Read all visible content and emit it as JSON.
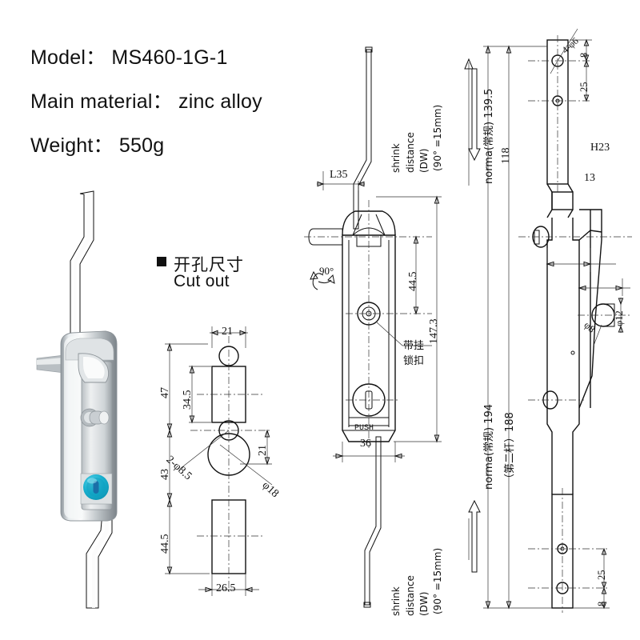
{
  "spec": {
    "lines": [
      "Model： MS460-1G-1",
      "Main material： zinc alloy",
      "Weight： 550g"
    ]
  },
  "cutout": {
    "title_cn": "开孔尺寸",
    "title_en": "Cut out",
    "bullet": "square-bullet",
    "dimensions": {
      "top_width": "21",
      "overall_upper": "47",
      "upper_rect_height": "34.5",
      "holes_callout": "2-φ8.5",
      "lower_span": "43",
      "hole_offset": "21",
      "big_hole": "φ18",
      "lower_rect_height": "44.5",
      "bottom_width": "26.5"
    }
  },
  "front_view": {
    "rod_offset": "L35",
    "rotation_note": "90°",
    "handle_height": "44.5",
    "body_height": "147.3",
    "body_width": "36",
    "push_label": "PUSH",
    "hasp_note_cn": "带挂\n锁扣",
    "hasp_note_line1": "带挂",
    "hasp_note_line2": "锁扣",
    "shrink_top": {
      "l1": "shrink",
      "l2": "distance",
      "l3": "(DW)",
      "l4": "(90° =15mm)"
    },
    "shrink_bottom": {
      "l1": "shrink",
      "l2": "distance",
      "l3": "(DW)",
      "l4": "(90° =15mm)"
    }
  },
  "side_view": {
    "top_holes_callout": "4-φ6",
    "edge_to_hole": "8",
    "hole_spacing": "25",
    "norma_top": "norma(常规) 139.5",
    "dim_118": "118",
    "handle_depth": "H23",
    "plate_depth": "13",
    "shaft_dia": "φ12",
    "pin_dia": "φ8",
    "norma_bottom": "norma(常规) 194",
    "second_rod": "（第二杆）188",
    "bottom_hole_spacing": "25",
    "bottom_edge": "8"
  },
  "product_photo": {
    "name": "swing-handle-lock-photo",
    "button_color": "#18b0cf",
    "button_inner_color": "#1a6fa8",
    "body_color": "#c9ced2",
    "highlight_color": "#f2f4f5"
  }
}
